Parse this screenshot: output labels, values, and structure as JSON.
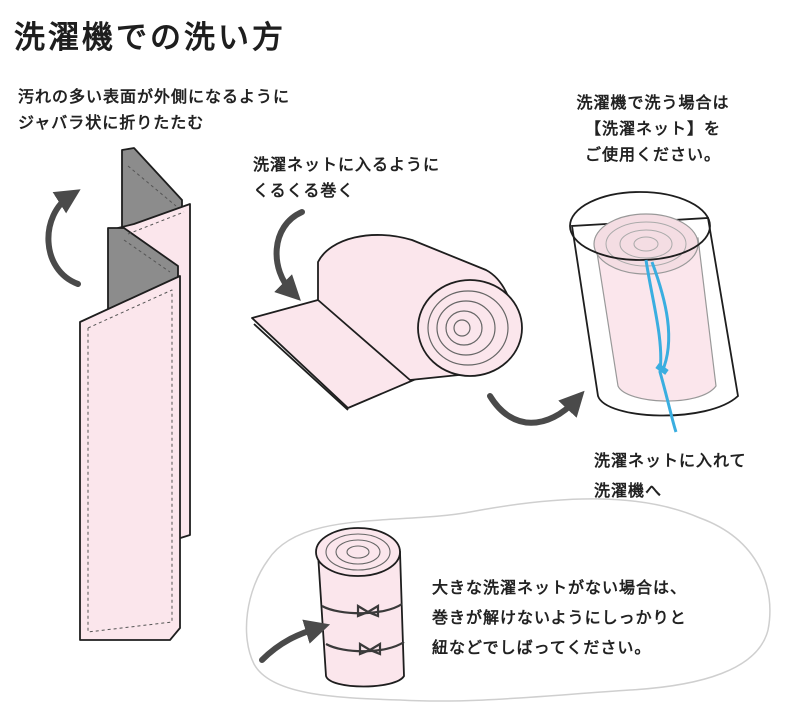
{
  "title": "洗濯機での洗い方",
  "steps": [
    {
      "lines": [
        "汚れの多い表面が外側になるように",
        "ジャバラ状に折りたたむ"
      ]
    },
    {
      "lines": [
        "洗濯ネットに入るように",
        "くるくる巻く"
      ]
    },
    {
      "lines": [
        "洗濯機で洗う場合は",
        "【洗濯ネット】を",
        "ご使用ください。"
      ]
    },
    {
      "lines": [
        "洗濯ネットに入れて",
        "洗濯機へ"
      ]
    }
  ],
  "note": {
    "lines": [
      "大きな洗濯ネットがない場合は、",
      "巻きが解けないようにしっかりと",
      "紐などでしばってください。"
    ]
  },
  "colors": {
    "pink": "#fbe6ec",
    "gray": "#8c8c8c",
    "outline": "#1e1e1e",
    "net_zip": "#3aaee0",
    "arrow": "#4a4a4a"
  }
}
